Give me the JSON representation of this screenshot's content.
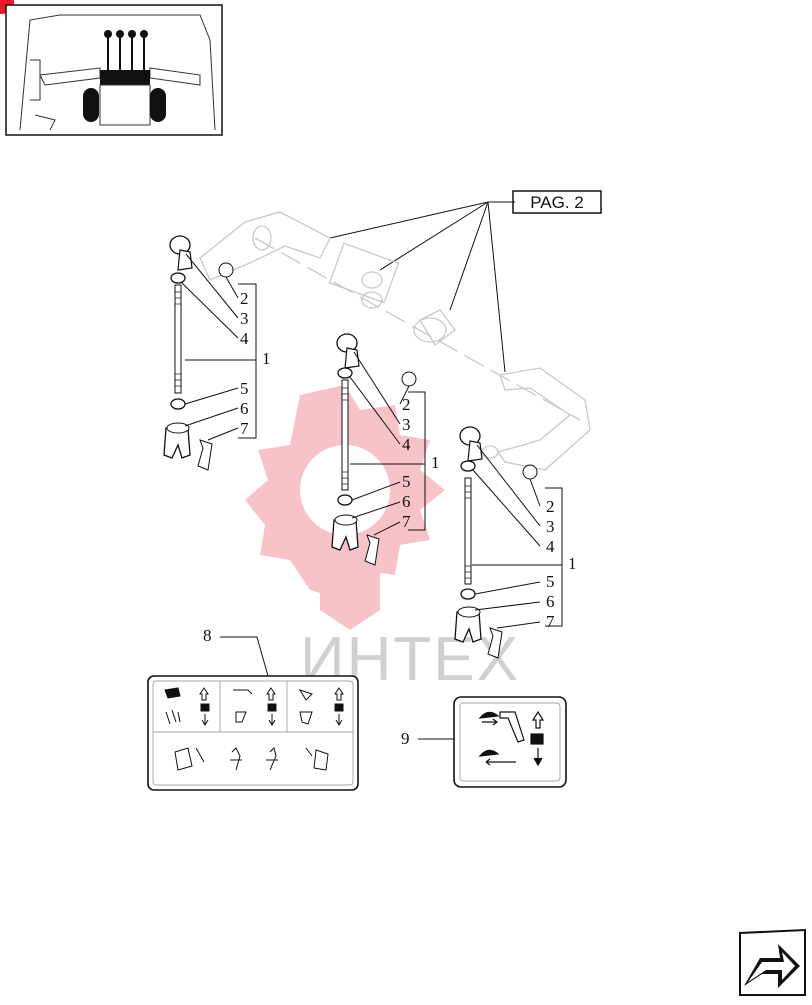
{
  "page_ref": "PAG. 2",
  "watermark": "ИНТЕХ",
  "colors": {
    "corner_badge": "#e8192c",
    "watermark_gear": "#f6b8bf",
    "watermark_text": "#d0d0d0",
    "line": "#111111"
  },
  "icons": [
    "thumbnail-cab-view",
    "next-page-arrow-icon"
  ],
  "groups": [
    {
      "labels": [
        "2",
        "3",
        "4",
        "1",
        "5",
        "6",
        "7"
      ]
    },
    {
      "labels": [
        "2",
        "3",
        "4",
        "1",
        "5",
        "6",
        "7"
      ]
    },
    {
      "labels": [
        "2",
        "3",
        "4",
        "1",
        "5",
        "6",
        "7"
      ]
    }
  ],
  "decals": [
    {
      "label": "8"
    },
    {
      "label": "9"
    }
  ]
}
